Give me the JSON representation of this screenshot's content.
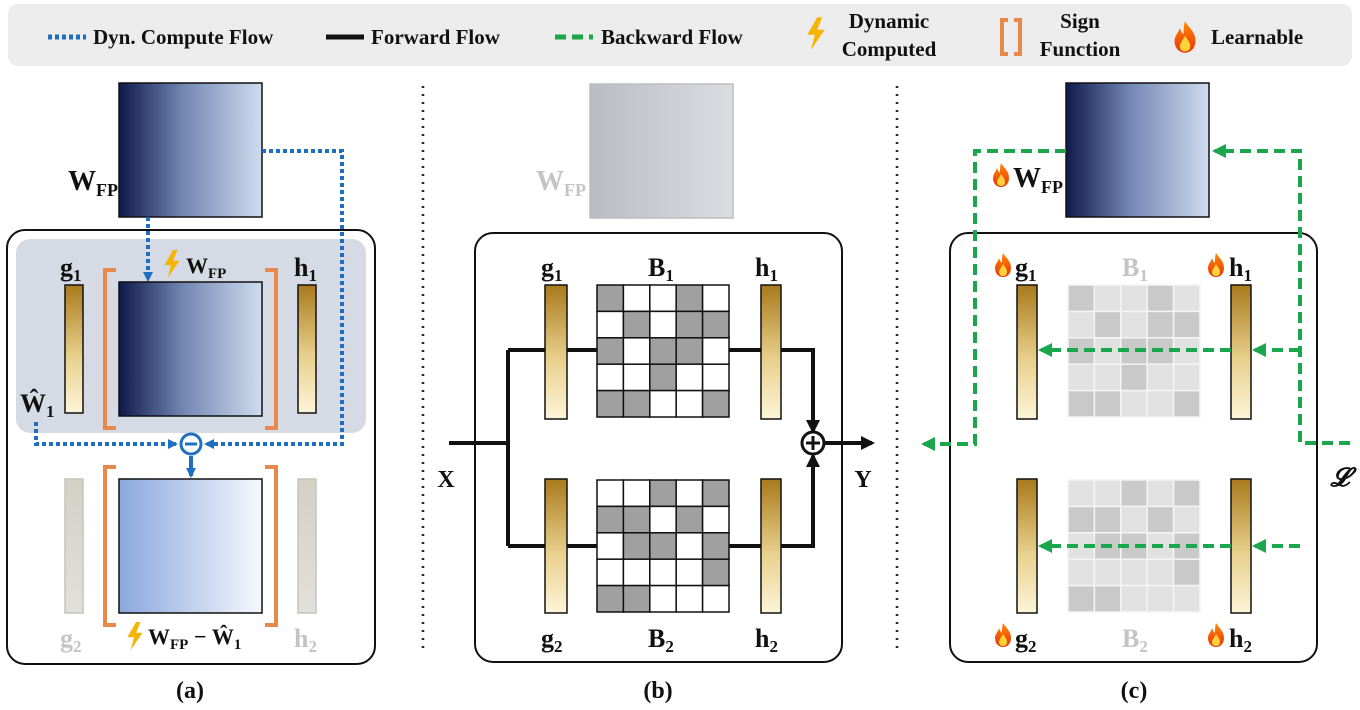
{
  "legend": {
    "dyn_compute": "Dyn. Compute Flow",
    "forward": "Forward Flow",
    "backward": "Backward Flow",
    "dynamic_computed": [
      "Dynamic",
      "Computed"
    ],
    "sign_function": [
      "Sign",
      "Function"
    ],
    "learnable": "Learnable"
  },
  "panel_a": {
    "caption": "(a)",
    "w_fp": {
      "main": "W",
      "sub": "FP"
    },
    "w_fp_inner": {
      "main": "W",
      "sub": "FP"
    },
    "g1": {
      "main": "g",
      "sub": "1"
    },
    "h1": {
      "main": "h",
      "sub": "1"
    },
    "w_hat_1": {
      "main": "Ŵ",
      "sub": "1"
    },
    "g2": {
      "main": "g",
      "sub": "2"
    },
    "h2": {
      "main": "h",
      "sub": "2"
    },
    "residual": {
      "w": "W",
      "fp": "FP",
      "minus": " − Ŵ",
      "one": "1"
    }
  },
  "panel_b": {
    "caption": "(b)",
    "w_fp": {
      "main": "W",
      "sub": "FP"
    },
    "g1": {
      "main": "g",
      "sub": "1"
    },
    "b1": {
      "main": "B",
      "sub": "1"
    },
    "h1": {
      "main": "h",
      "sub": "1"
    },
    "g2": {
      "main": "g",
      "sub": "2"
    },
    "b2": {
      "main": "B",
      "sub": "2"
    },
    "h2": {
      "main": "h",
      "sub": "2"
    },
    "x": "X",
    "y": "Y",
    "b1_pattern": [
      [
        1,
        0,
        0,
        1,
        0
      ],
      [
        0,
        1,
        0,
        1,
        1
      ],
      [
        1,
        0,
        1,
        1,
        0
      ],
      [
        0,
        0,
        1,
        0,
        0
      ],
      [
        1,
        1,
        0,
        0,
        1
      ]
    ],
    "b2_pattern": [
      [
        0,
        0,
        1,
        0,
        1
      ],
      [
        1,
        1,
        0,
        1,
        0
      ],
      [
        0,
        1,
        1,
        0,
        1
      ],
      [
        0,
        0,
        0,
        0,
        1
      ],
      [
        1,
        1,
        0,
        0,
        0
      ]
    ]
  },
  "panel_c": {
    "caption": "(c)",
    "w_fp": {
      "main": "W",
      "sub": "FP"
    },
    "g1": {
      "main": "g",
      "sub": "1"
    },
    "b1": {
      "main": "B",
      "sub": "1"
    },
    "h1": {
      "main": "h",
      "sub": "1"
    },
    "g2": {
      "main": "g",
      "sub": "2"
    },
    "b2": {
      "main": "B",
      "sub": "2"
    },
    "h2": {
      "main": "h",
      "sub": "2"
    },
    "loss": "𝓛"
  },
  "colors": {
    "dyn_blue": "#1f6fc1",
    "backward_green": "#1aa64a",
    "sign_orange": "#e8884a",
    "bolt_yellow": "#f5b400",
    "navy": "#0e1a4b",
    "light_blue": "#cfdcef",
    "tan_dark": "#a97a1c",
    "tan_light": "#fdf4d8"
  }
}
